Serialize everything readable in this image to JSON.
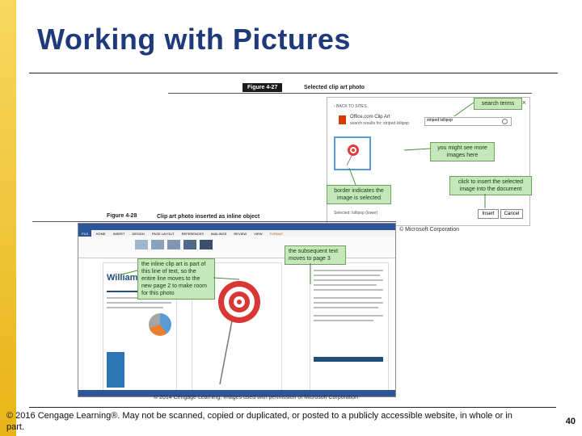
{
  "slide": {
    "title": "Working with Pictures",
    "copyright": "© 2016 Cengage Learning®. May not be scanned, copied or duplicated, or posted to a publicly accessible website, in whole or in part.",
    "page_number": "40"
  },
  "figure27": {
    "label": "Figure 4-27",
    "caption": "Selected clip art photo",
    "dialog": {
      "back": "‹ BACK TO SITES",
      "source_title": "Office.com Clip Art",
      "source_sub": "search results for: striped lollipop",
      "search_value": "striped lollipop",
      "selected": "Selected: lollipop (lower)",
      "insert_button": "Insert",
      "cancel_button": "Cancel",
      "close": "×"
    },
    "callouts": {
      "search_terms": "search terms",
      "more_images": "you might see more images here",
      "border_selected": "border indicates the image is selected",
      "click_insert": "click to insert the selected image into the document"
    },
    "credit": "© Microsoft Corporation"
  },
  "figure28": {
    "label": "Figure 4-28",
    "caption": "Clip art photo inserted as inline object",
    "ribbon_tabs": [
      "FILE",
      "HOME",
      "INSERT",
      "DESIGN",
      "PAGE LAYOUT",
      "REFERENCES",
      "MAILINGS",
      "REVIEW",
      "VIEW",
      "FORMAT"
    ],
    "doc_heading": "Williamso",
    "callouts": {
      "inline_clip": "the inline clip art is part of this line of text, so the entire line moves to the new page 2 to make room for this photo",
      "subsequent_text": "the subsequent text moves to page 3"
    },
    "credit": "© 2014 Cengage Learning; Images used with permission of Microsoft Corporation"
  }
}
